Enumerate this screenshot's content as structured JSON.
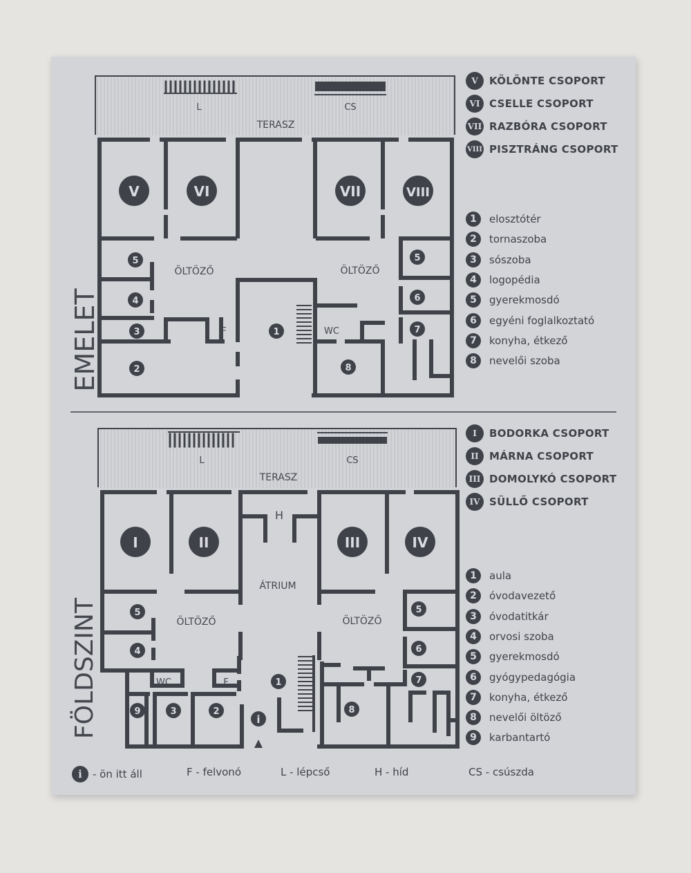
{
  "floors": {
    "upper": {
      "name": "EMELET",
      "terrace": "TERASZ",
      "stair": "L",
      "slide": "CS",
      "dressing": [
        "ÖLTÖZŐ",
        "ÖLTÖZŐ"
      ],
      "lift": "F",
      "wc": "WC",
      "group_badges": [
        "V",
        "VI",
        "VII",
        "VIII"
      ],
      "room_badges": [
        "1",
        "2",
        "3",
        "4",
        "5",
        "5",
        "6",
        "7",
        "8"
      ]
    },
    "ground": {
      "name": "FÖLDSZINT",
      "terrace": "TERASZ",
      "stair": "L",
      "slide": "CS",
      "bridge": "H",
      "atrium": "ÁTRIUM",
      "dressing": [
        "ÖLTÖZŐ",
        "ÖLTÖZŐ"
      ],
      "lift": "F",
      "wc": "WC",
      "group_badges": [
        "I",
        "II",
        "III",
        "IV"
      ],
      "room_badges": [
        "1",
        "2",
        "3",
        "4",
        "5",
        "5",
        "6",
        "7",
        "8",
        "9"
      ],
      "you_are_here": "i"
    }
  },
  "legend_upper_groups": [
    {
      "badge": "V",
      "label": "KÖLÖNTE CSOPORT"
    },
    {
      "badge": "VI",
      "label": "CSELLE CSOPORT"
    },
    {
      "badge": "VII",
      "label": "RAZBÓRA CSOPORT"
    },
    {
      "badge": "VIII",
      "label": "PISZTRÁNG CSOPORT"
    }
  ],
  "legend_upper_rooms": [
    {
      "badge": "1",
      "label": "elosztótér"
    },
    {
      "badge": "2",
      "label": "tornaszoba"
    },
    {
      "badge": "3",
      "label": "sószoba"
    },
    {
      "badge": "4",
      "label": "logopédia"
    },
    {
      "badge": "5",
      "label": "gyerekmosdó"
    },
    {
      "badge": "6",
      "label": "egyéni foglalkoztató"
    },
    {
      "badge": "7",
      "label": "konyha, étkező"
    },
    {
      "badge": "8",
      "label": "nevelői szoba"
    }
  ],
  "legend_ground_groups": [
    {
      "badge": "I",
      "label": "BODORKA CSOPORT"
    },
    {
      "badge": "II",
      "label": "MÁRNA CSOPORT"
    },
    {
      "badge": "III",
      "label": "DOMOLYKÓ CSOPORT"
    },
    {
      "badge": "IV",
      "label": "SÜLLŐ CSOPORT"
    }
  ],
  "legend_ground_rooms": [
    {
      "badge": "1",
      "label": "aula"
    },
    {
      "badge": "2",
      "label": "óvodavezető"
    },
    {
      "badge": "3",
      "label": "óvodatitkár"
    },
    {
      "badge": "4",
      "label": "orvosi szoba"
    },
    {
      "badge": "5",
      "label": "gyerekmosdó"
    },
    {
      "badge": "6",
      "label": "gyógypedagógia"
    },
    {
      "badge": "7",
      "label": "konyha, étkező"
    },
    {
      "badge": "8",
      "label": "nevelői öltöző"
    },
    {
      "badge": "9",
      "label": "karbantartó"
    }
  ],
  "footer": {
    "info_badge": "i",
    "info_text": "- ön itt áll",
    "lift": "F - felvonó",
    "stair": "L - lépcső",
    "bridge": "H - híd",
    "slide": "CS - csúszda"
  },
  "colors": {
    "ink": "#3f4248",
    "board": "#d3d4d8",
    "wall": "#e6e4e1"
  }
}
